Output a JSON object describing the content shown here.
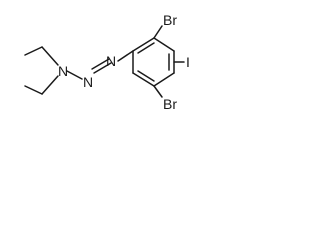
{
  "atoms": {
    "n_amine": "N",
    "n_middle": "N",
    "n_azo": "N",
    "br_top": "Br",
    "iodine": "I",
    "br_bottom": "Br"
  },
  "colors": {
    "ink": "#1a1a1a",
    "background": "#ffffff"
  }
}
